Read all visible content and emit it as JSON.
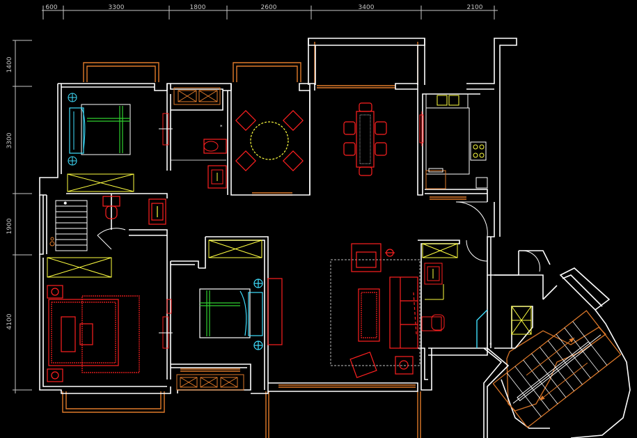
{
  "drawing": {
    "background": "#000000",
    "colors": {
      "wall": "#ffffff",
      "window": "#e07a2a",
      "furniture": "#ff2020",
      "fixture": "#ffff40",
      "cyan": "#40e0ff",
      "green": "#30d030",
      "dimension": "#c8c8c8",
      "gray": "#9a9a9a"
    }
  },
  "dimensions": {
    "top": [
      "600",
      "3300",
      "1800",
      "2600",
      "3400",
      "2100"
    ],
    "left": [
      "1400",
      "3300",
      "1900",
      "4100"
    ]
  }
}
